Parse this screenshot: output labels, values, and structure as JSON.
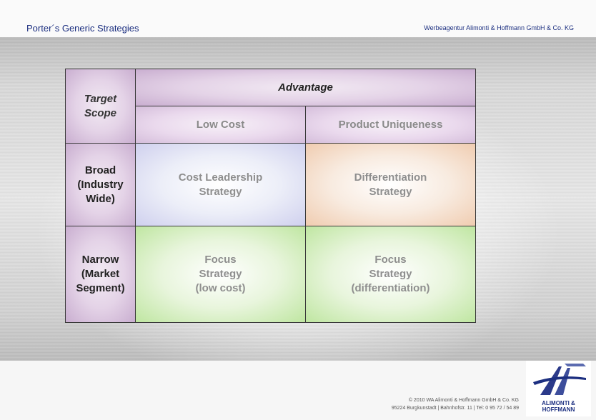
{
  "header": {
    "title": "Porter´s Generic Strategies",
    "company": "Werbeagentur Alimonti & Hoffmann GmbH & Co. KG"
  },
  "matrix": {
    "corner": "Target\nScope",
    "advantage": "Advantage",
    "columns": [
      "Low Cost",
      "Product Uniqueness"
    ],
    "rows": [
      {
        "label": "Broad\n(Industry\nWide)",
        "cells": [
          "Cost Leadership\nStrategy",
          "Differentiation\nStrategy"
        ]
      },
      {
        "label": "Narrow\n(Market\nSegment)",
        "cells": [
          "Focus\nStrategy\n(low cost)",
          "Focus\nStrategy\n(differentiation)"
        ]
      }
    ]
  },
  "footer": {
    "copyright_line1": "© 2010 WA Alimonti & Hoffmann GmbH & Co. KG",
    "copyright_line2": "95224 Burgkunstadt | Bahnhofstr. 11 | Tel: 0 95 72 / 54 89",
    "logo_text": "ALIMONTI &\nHOFFMANN"
  },
  "colors": {
    "brand": "#1c2f80",
    "header_purple": "#c9aed0",
    "low_cost_blue": "#cfd0ee",
    "uniqueness_orange": "#f0ccb0",
    "focus_green": "#bfe6a1"
  }
}
